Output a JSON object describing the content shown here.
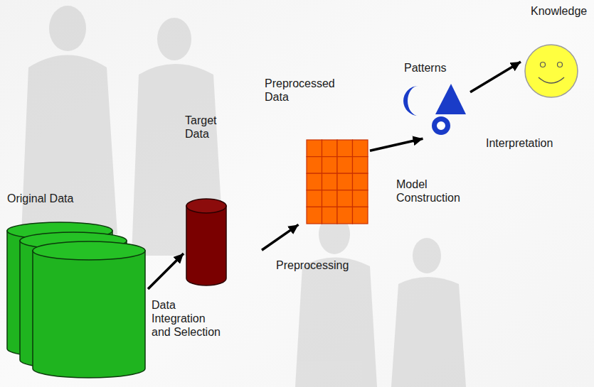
{
  "diagram": {
    "nodes": [
      {
        "text": [
          "Original Data"
        ]
      },
      {
        "text": [
          "Target Data"
        ]
      },
      {
        "text": [
          "Preprocessed Data"
        ]
      },
      {
        "text": [
          "Patterns"
        ]
      },
      {
        "text": [
          "Knowledge"
        ]
      }
    ],
    "edges": [
      {
        "from": 0,
        "to": 1,
        "arrow": "to",
        "label": "Data Integration and Selection"
      },
      {
        "from": 1,
        "to": 2,
        "arrow": "to",
        "label": "Preprocessing"
      },
      {
        "from": 2,
        "to": 3,
        "arrow": "to",
        "label": "Model Construction"
      },
      {
        "from": 3,
        "to": 4,
        "arrow": "to",
        "label": "Interpretation"
      }
    ]
  }
}
